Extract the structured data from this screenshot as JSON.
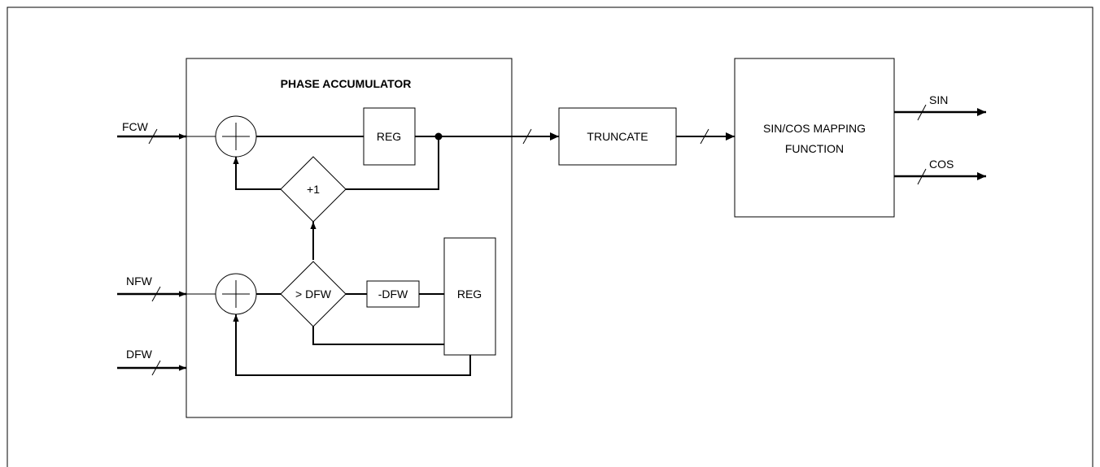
{
  "diagram": {
    "title": "PHASE ACCUMULATOR",
    "inputs": {
      "fcw": "FCW",
      "nfw": "NFW",
      "dfw": "DFW"
    },
    "blocks": {
      "reg_top": "REG",
      "reg_bottom": "REG",
      "plus_one": "+1",
      "compare": "> DFW",
      "minus_dfw": "-DFW",
      "truncate": "TRUNCATE",
      "mapping_line1": "SIN/COS MAPPING",
      "mapping_line2": "FUNCTION"
    },
    "outputs": {
      "sin": "SIN",
      "cos": "COS"
    }
  }
}
